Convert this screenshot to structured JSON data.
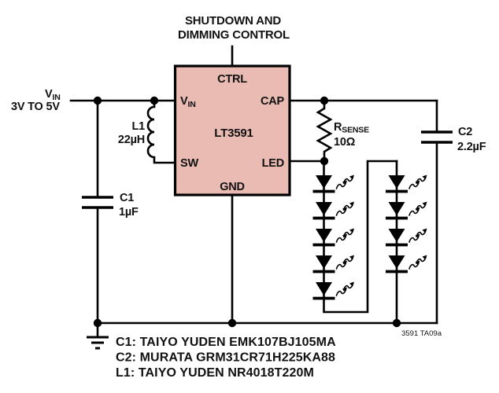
{
  "title": {
    "line1": "SHUTDOWN AND",
    "line2": "DIMMING CONTROL"
  },
  "ic": {
    "part": "LT3591",
    "pins": {
      "ctrl": "CTRL",
      "vin_main": "V",
      "vin_sub": "IN",
      "sw": "SW",
      "cap": "CAP",
      "led": "LED",
      "gnd": "GND"
    }
  },
  "input": {
    "v_main": "V",
    "v_sub": "IN",
    "range": "3V TO 5V"
  },
  "components": {
    "l1": {
      "ref": "L1",
      "value": "22µH"
    },
    "c1": {
      "ref": "C1",
      "value": "1µF"
    },
    "c2": {
      "ref": "C2",
      "value": "2.2µF"
    },
    "rsense": {
      "ref_main": "R",
      "ref_sub": "SENSE",
      "value": "10Ω"
    }
  },
  "led_strings": {
    "left_count": 5,
    "right_count": 4
  },
  "notes": {
    "fig_id": "3591 TA09a"
  },
  "bom": [
    "C1: TAIYO YUDEN EMK107BJ105MA",
    "C2: MURATA GRM31CR71H225KA88",
    "L1: TAIYO YUDEN NR4018T220M"
  ],
  "colors": {
    "ic_fill": "#e9bbb3",
    "line": "#000000",
    "background": "#ffffff",
    "fig_id_color": "#595959"
  }
}
